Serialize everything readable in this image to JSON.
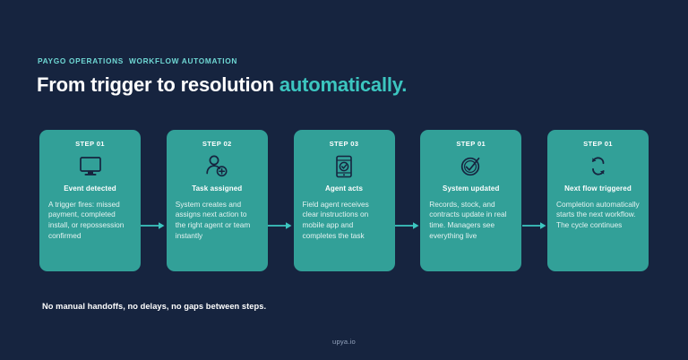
{
  "header": {
    "eyebrow": "PAYGO OPERATIONS  WORKFLOW AUTOMATION",
    "headline_main": "From trigger to resolution ",
    "headline_accent": "automatically."
  },
  "colors": {
    "background": "#16243f",
    "card": "#32a098",
    "accent_teal": "#3cc6c0",
    "eyebrow_teal": "#6fd8d4",
    "arrow": "#3cc6c0",
    "icon_stroke": "#16243f",
    "body_text": "#e4f3f1",
    "brand_text": "#93a3bd"
  },
  "steps": [
    {
      "step": "STEP 01",
      "icon": "monitor-icon",
      "title": "Event detected",
      "body": "A trigger fires: missed payment, completed install, or repossession confirmed"
    },
    {
      "step": "STEP 02",
      "icon": "person-add-icon",
      "title": "Task assigned",
      "body": "System creates and assigns next action to the right agent or team instantly"
    },
    {
      "step": "STEP 03",
      "icon": "mobile-check-icon",
      "title": "Agent acts",
      "body": "Field agent receives clear instructions on mobile app and completes the task"
    },
    {
      "step": "STEP 01",
      "icon": "badge-check-icon",
      "title": "System updated",
      "body": "Records, stock, and contracts update in real time. Managers see everything live"
    },
    {
      "step": "STEP 01",
      "icon": "cycle-arrows-icon",
      "title": "Next flow triggered",
      "body": "Completion automatically starts the next workflow. The cycle continues"
    }
  ],
  "footer": {
    "note": "No manual handoffs, no delays, no gaps between steps.",
    "brand": "upya.io"
  }
}
